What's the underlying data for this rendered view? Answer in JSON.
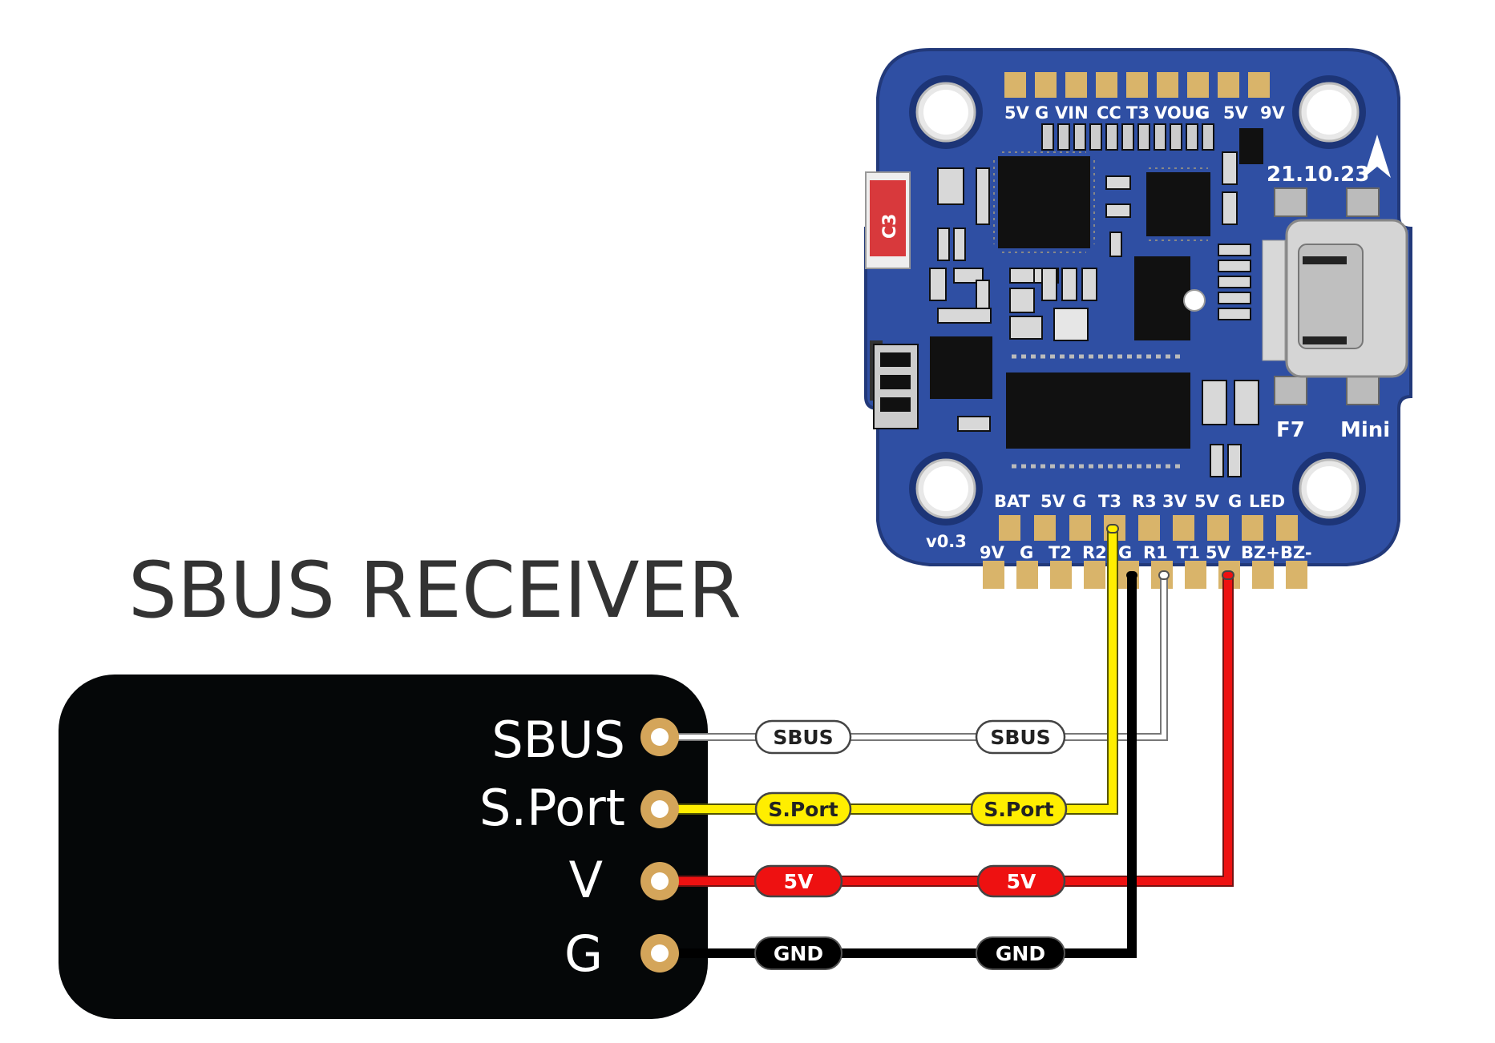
{
  "title": "SBUS RECEIVER",
  "receiver": {
    "pins": [
      {
        "name": "SBUS",
        "wire_color": "#ffffff"
      },
      {
        "name": "S.Port",
        "wire_color": "#ffee00"
      },
      {
        "name": "V",
        "wire_color": "#ee1111"
      },
      {
        "name": "G",
        "wire_color": "#000000"
      }
    ]
  },
  "wires": [
    {
      "label": "SBUS",
      "color": "#ffffff",
      "text_color": "#222222"
    },
    {
      "label": "S.Port",
      "color": "#ffee00",
      "text_color": "#222222"
    },
    {
      "label": "5V",
      "color": "#ee1111",
      "text_color": "#ffffff"
    },
    {
      "label": "GND",
      "color": "#000000",
      "text_color": "#ffffff"
    }
  ],
  "flight_controller": {
    "top_pads": [
      "5V",
      "G",
      "VIN",
      "CC",
      "T3",
      "VOUG",
      "G",
      "5V",
      "9V"
    ],
    "bottom_row1": [
      "BAT",
      "5V",
      "G",
      "T3",
      "R3",
      "3V",
      "5V",
      "G",
      "LED"
    ],
    "bottom_row2": [
      "9V",
      "G",
      "T2",
      "R2",
      "G",
      "R1",
      "T1",
      "5V",
      "BZ+",
      "BZ-"
    ],
    "date": "21.10.23",
    "version": "v0.3",
    "model": [
      "F7",
      "Mini"
    ],
    "chip_marking": "C3",
    "board_color": "#2f4fa3",
    "pad_color": "#d9b46a"
  }
}
